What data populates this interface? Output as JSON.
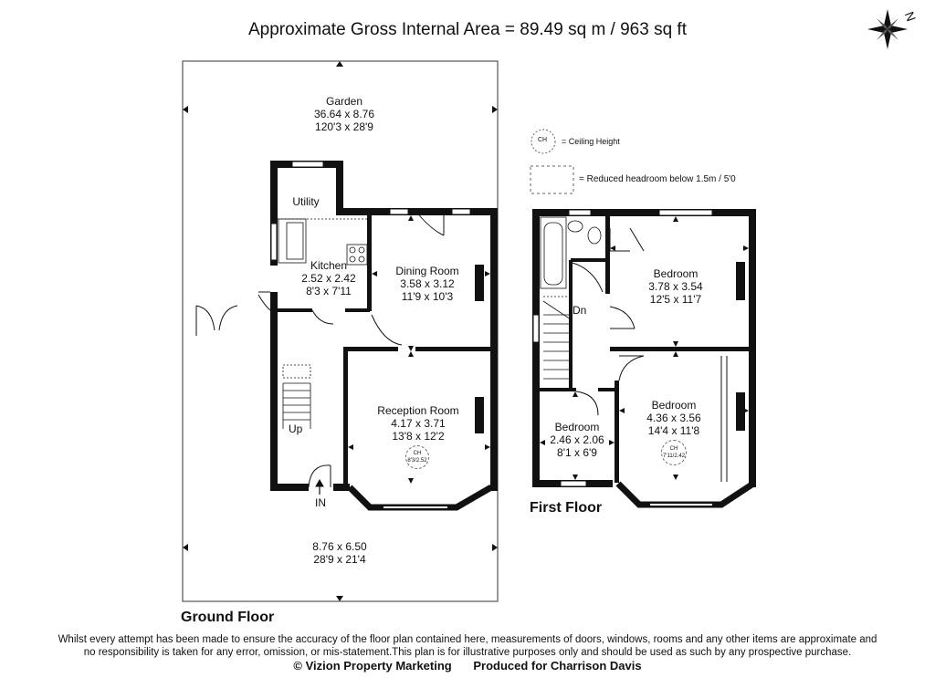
{
  "header": {
    "title": "Approximate Gross Internal Area = 89.49 sq m / 963 sq ft"
  },
  "compass": {
    "label": "N"
  },
  "legend": {
    "ceiling_code": "CH",
    "ceiling_text": "= Ceiling Height",
    "reduced_text": "= Reduced headroom below 1.5m / 5'0"
  },
  "ground_floor": {
    "label": "Ground Floor",
    "garden": {
      "name": "Garden",
      "metric": "36.64 x 8.76",
      "imperial": "120'3 x 28'9"
    },
    "utility": {
      "name": "Utility"
    },
    "kitchen": {
      "name": "Kitchen",
      "metric": "2.52 x 2.42",
      "imperial": "8'3 x 7'11"
    },
    "dining": {
      "name": "Dining Room",
      "metric": "3.58 x 3.12",
      "imperial": "11'9 x 10'3"
    },
    "reception": {
      "name": "Reception Room",
      "metric": "4.17 x 3.71",
      "imperial": "13'8 x 12'2",
      "ch_code": "CH",
      "ch_value": "8'3/2.52"
    },
    "front": {
      "metric": "8.76 x 6.50",
      "imperial": "28'9 x 21'4"
    },
    "up_label": "Up",
    "in_label": "IN"
  },
  "first_floor": {
    "label": "First Floor",
    "dn_label": "Dn",
    "bedroom1": {
      "name": "Bedroom",
      "metric": "3.78 x 3.54",
      "imperial": "12'5 x 11'7"
    },
    "bedroom2": {
      "name": "Bedroom",
      "metric": "4.36 x 3.56",
      "imperial": "14'4 x 11'8",
      "ch_code": "CH",
      "ch_value": "7'11/2.42"
    },
    "bedroom3": {
      "name": "Bedroom",
      "metric": "2.46 x 2.06",
      "imperial": "8'1 x 6'9"
    }
  },
  "footer": {
    "disclaimer_line1": "Whilst every attempt has been made to ensure the accuracy of the floor plan contained here, measurements of doors, windows, rooms and any other items are approximate and",
    "disclaimer_line2": "no responsibility is taken for any error, omission, or mis-statement.This plan is for illustrative purposes only and should be used as such by any prospective purchase.",
    "copyright": "© Vizion Property Marketing",
    "produced": "Produced for Charrison Davis"
  }
}
